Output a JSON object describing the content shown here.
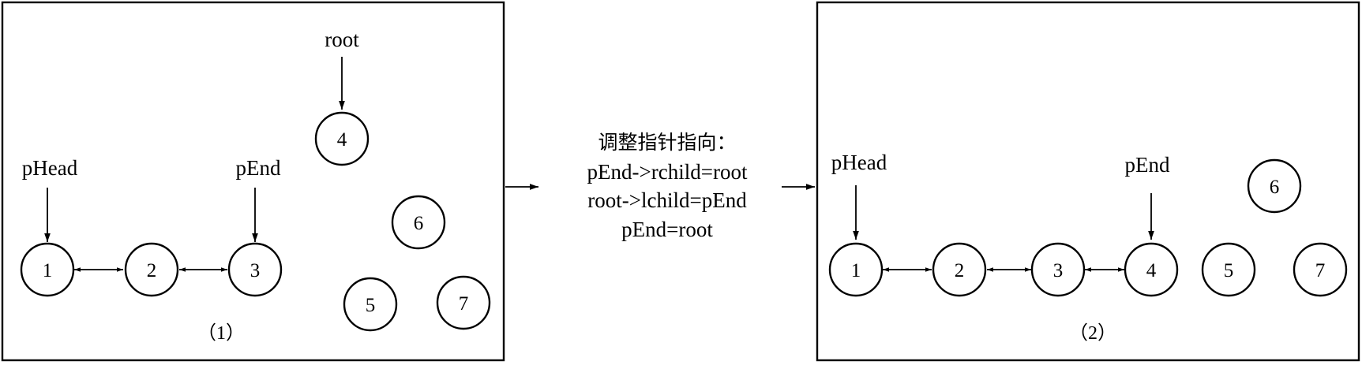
{
  "panel1": {
    "caption": "（1）",
    "labels": {
      "root": "root",
      "phead": "pHead",
      "pend": "pEnd"
    },
    "nodes": [
      "1",
      "2",
      "3",
      "4",
      "5",
      "6",
      "7"
    ]
  },
  "middle": {
    "title": "调整指针指向：",
    "line1": "pEnd->rchild=root",
    "line2": "root->lchild=pEnd",
    "line3": "pEnd=root"
  },
  "panel2": {
    "caption": "（2）",
    "labels": {
      "phead": "pHead",
      "pend": "pEnd"
    },
    "nodes": [
      "1",
      "2",
      "3",
      "4",
      "5",
      "6",
      "7"
    ]
  }
}
